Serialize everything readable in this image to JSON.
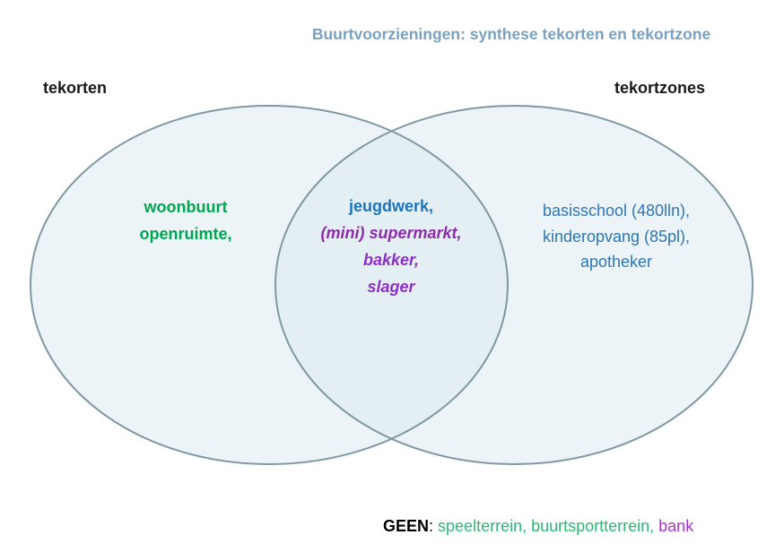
{
  "title": {
    "text": "Buurtvoorzieningen: synthese tekorten en tekortzone",
    "color": "#7aa1c0"
  },
  "venn": {
    "fill": "#dce9f0",
    "stroke": "#7f99a2",
    "left_label": "tekorten",
    "right_label": "tekortzones",
    "left_set": {
      "color": "#00a651",
      "lines": [
        {
          "text": "woonbuurt"
        },
        {
          "text": "openruimte,"
        }
      ]
    },
    "intersection": {
      "lines": [
        {
          "text": "jeugdwerk,",
          "color": "#1b75bc"
        },
        {
          "text": "(mini) supermarkt,",
          "color": "#8e2bad"
        },
        {
          "text": "bakker,",
          "color": "#8c2fc7"
        },
        {
          "text": "slager",
          "color": "#8c2fc7"
        }
      ]
    },
    "right_set": {
      "color": "#2e75b6",
      "lines": [
        {
          "text": "basisschool (480lln),"
        },
        {
          "text": "kinderopvang (85pl),"
        },
        {
          "text": "apotheker"
        }
      ]
    }
  },
  "footer": {
    "segments": [
      {
        "text": "GEEN",
        "color": "#000000"
      },
      {
        "text": ": ",
        "color": "#000000"
      },
      {
        "text": "speelterrein, buurtsportterrein,",
        "color": "#2eb873"
      },
      {
        "text": " bank",
        "color": "#a435d2"
      }
    ]
  }
}
